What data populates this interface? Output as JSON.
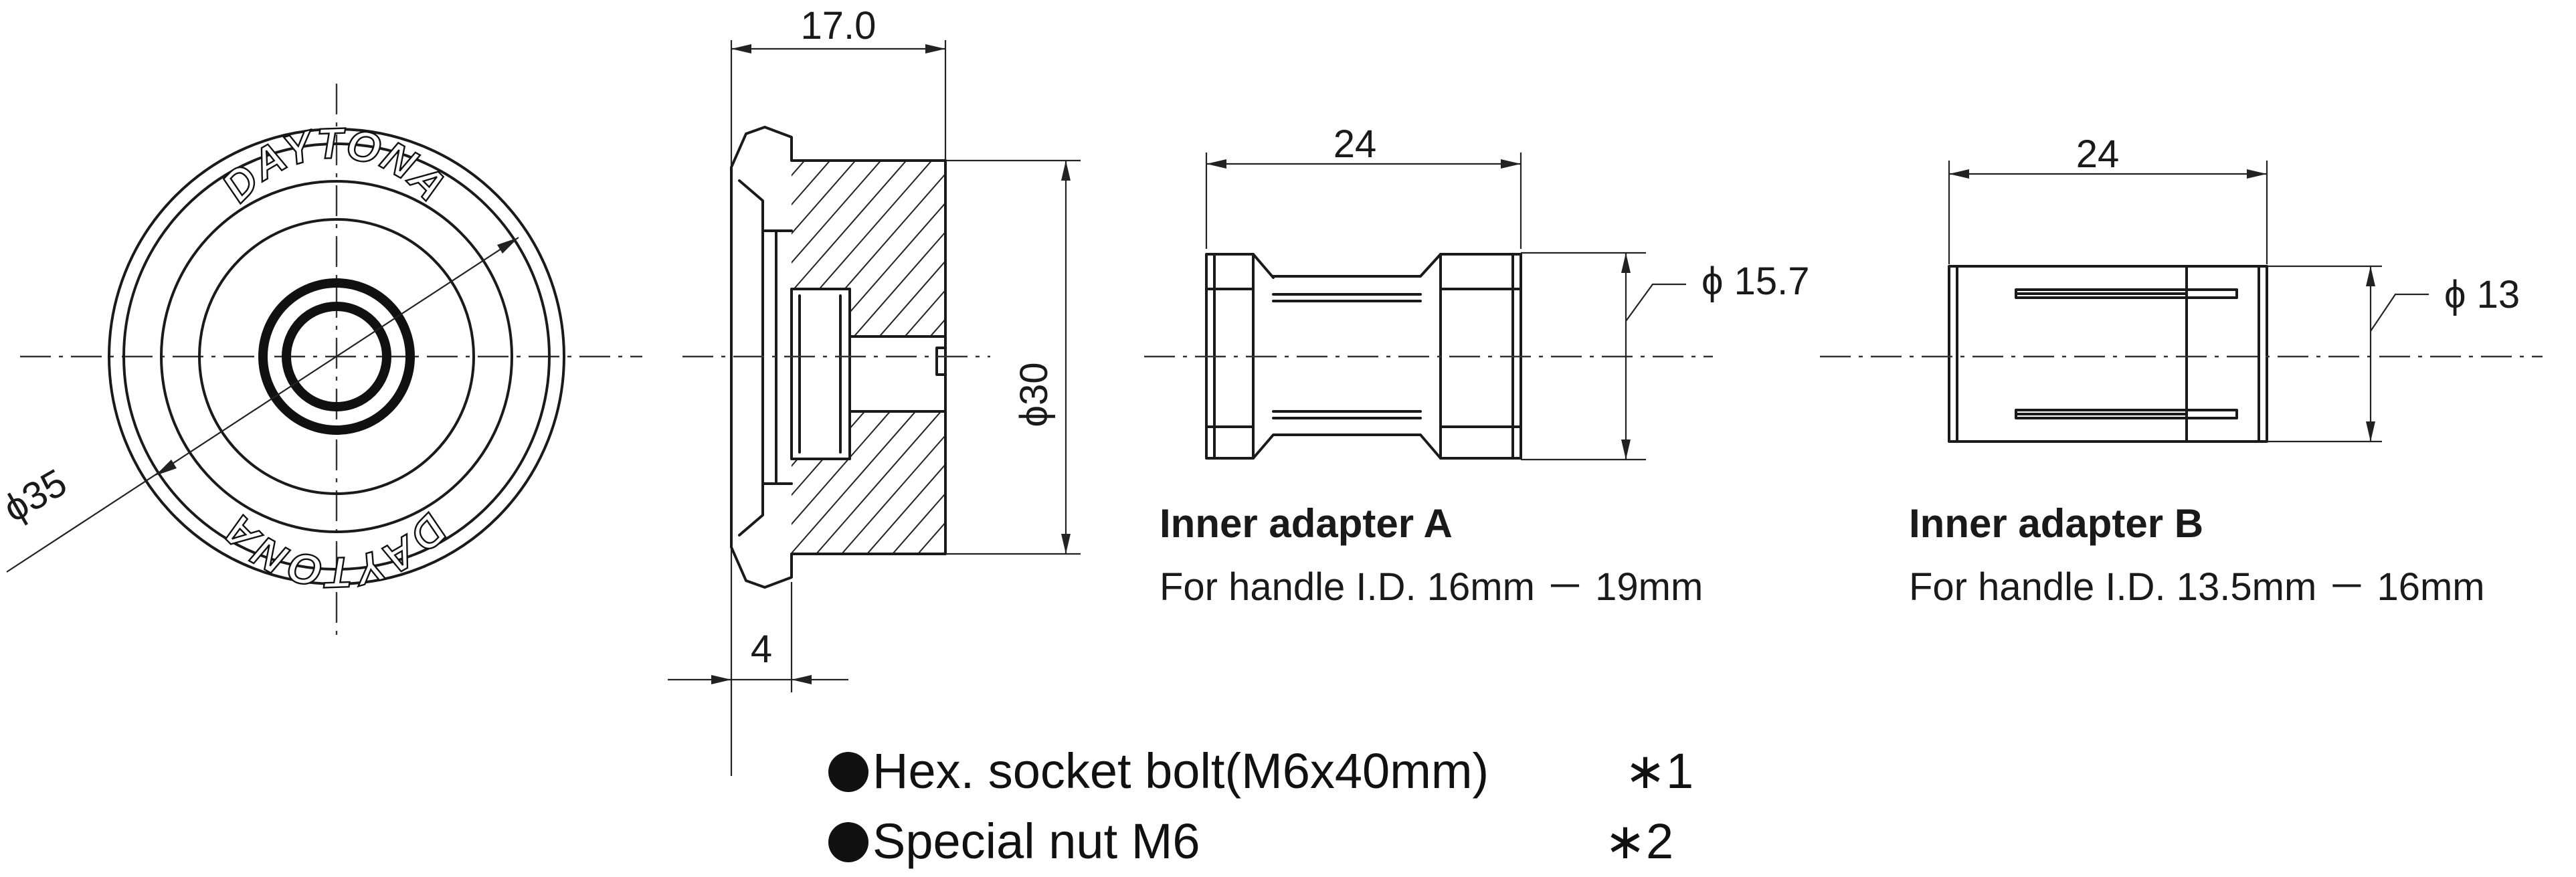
{
  "dimensions": {
    "width": "17.0",
    "flange": "4",
    "outer_diameter": "ϕ35",
    "body_diameter": "ϕ30",
    "adapter_a_length": "24",
    "adapter_a_diameter": "ϕ 15.7",
    "adapter_b_length": "24",
    "adapter_b_diameter": "ϕ 13"
  },
  "logo_text": "DAYTONA",
  "adapters": [
    {
      "title": "Inner adapter A",
      "subtitle": "For handle I.D. 16mm － 19mm"
    },
    {
      "title": "Inner adapter B",
      "subtitle": "For handle I.D. 13.5mm － 16mm"
    }
  ],
  "parts": [
    {
      "label": "Hex. socket bolt(M6x40mm)",
      "mark": "∗1"
    },
    {
      "label": "Special nut M6",
      "mark": "∗2"
    }
  ]
}
